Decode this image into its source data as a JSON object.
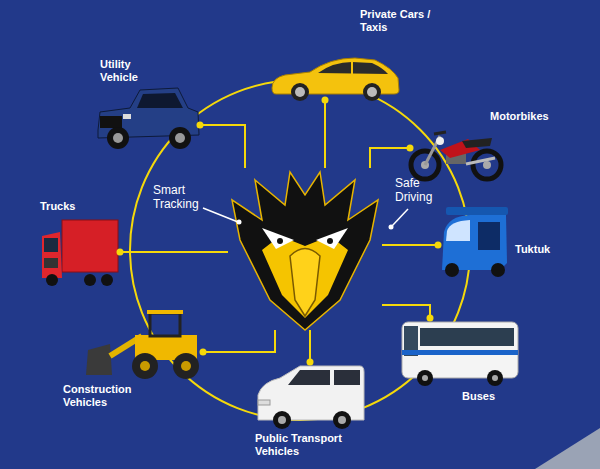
{
  "diagram": {
    "nodes": [
      {
        "text": [
          "Smart Tracking",
          "Safe Driving"
        ]
      },
      {
        "text": [
          "Private Cars / Taxis"
        ]
      },
      {
        "text": [
          "Motorbikes"
        ]
      },
      {
        "text": [
          "Tuktuk"
        ]
      },
      {
        "text": [
          "Buses"
        ]
      },
      {
        "text": [
          "Public Transport Vehicles"
        ]
      },
      {
        "text": [
          "Construction Vehicles"
        ]
      },
      {
        "text": [
          "Trucks"
        ]
      },
      {
        "text": [
          "Utility Vehicle"
        ]
      }
    ],
    "edges": [
      {
        "from": 0,
        "to": 1,
        "arrow": "none"
      },
      {
        "from": 0,
        "to": 2,
        "arrow": "none"
      },
      {
        "from": 0,
        "to": 3,
        "arrow": "none"
      },
      {
        "from": 0,
        "to": 4,
        "arrow": "none"
      },
      {
        "from": 0,
        "to": 5,
        "arrow": "none"
      },
      {
        "from": 0,
        "to": 6,
        "arrow": "none"
      },
      {
        "from": 0,
        "to": 7,
        "arrow": "none"
      },
      {
        "from": 0,
        "to": 8,
        "arrow": "none"
      }
    ]
  }
}
